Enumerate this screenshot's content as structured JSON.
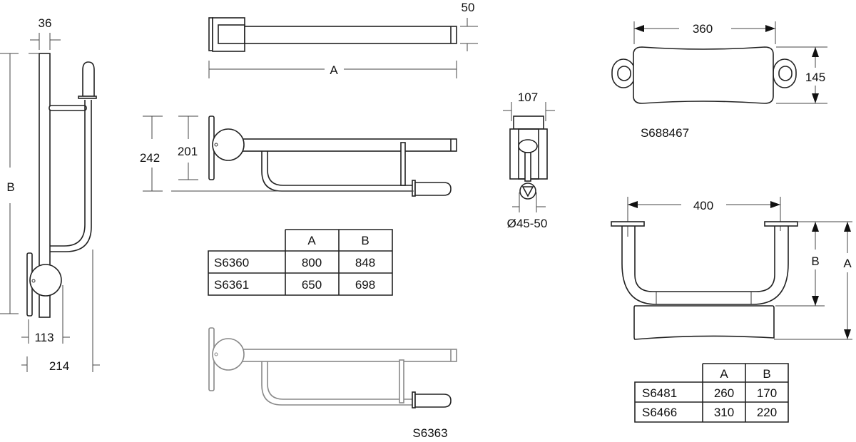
{
  "side_view": {
    "width_dim": "36",
    "height_dim": "B",
    "plate_dim": "113",
    "depth_dim": "214"
  },
  "top_view": {
    "end_dim": "50",
    "length_dim": "A"
  },
  "elevation": {
    "outer_height_dim": "242",
    "inner_height_dim": "201"
  },
  "table_s636": {
    "headers": [
      "",
      "A",
      "B"
    ],
    "rows": [
      {
        "model": "S6360",
        "a": "800",
        "b": "848"
      },
      {
        "model": "S6361",
        "a": "650",
        "b": "698"
      }
    ]
  },
  "variant_label": "S6363",
  "front_view": {
    "width_dim": "107",
    "diameter_dim": "Ø45-50"
  },
  "backrest": {
    "width_dim": "360",
    "height_dim": "145",
    "model": "S688467"
  },
  "u_grab": {
    "width_dim": "400",
    "b_dim": "B",
    "a_dim": "A"
  },
  "table_s64": {
    "headers": [
      "",
      "A",
      "B"
    ],
    "rows": [
      {
        "model": "S6481",
        "a": "260",
        "b": "170"
      },
      {
        "model": "S6466",
        "a": "310",
        "b": "220"
      }
    ]
  }
}
